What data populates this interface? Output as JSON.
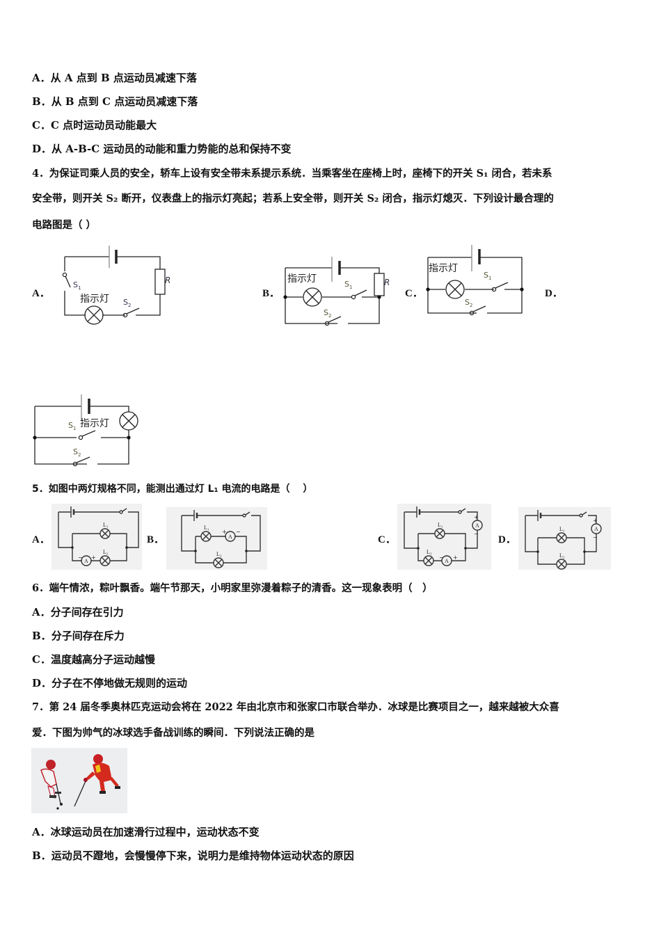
{
  "q3_options": [
    {
      "label": "A．",
      "text": "从 A 点到 B 点运动员减速下落"
    },
    {
      "label": "B．",
      "text": "从 B 点到 C 点运动员减速下落"
    },
    {
      "label": "C．",
      "text": "C 点时运动员动能最大"
    },
    {
      "label": "D．",
      "text": "从 A-B-C 运动员的动能和重力势能的总和保持不变"
    }
  ],
  "q4": {
    "line1": "4．为保证司乘人员的安全，轿车上设有安全带未系提示系统．当乘客坐在座椅上时，座椅下的开关 S₁ 闭合，若未系",
    "line2": "安全带，则开关 S₂ 断开，仪表盘上的指示灯亮起；若系上安全带，则开关 S₂ 闭合，指示灯熄灭．下列设计最合理的",
    "line3": "电路图是（ ）",
    "option_labels": [
      "A．",
      "B．",
      "C．",
      "D．"
    ],
    "lamp_label": "指示灯",
    "s1": "S",
    "s2": "S",
    "sub1": "1",
    "sub2": "2",
    "resistor": "R"
  },
  "q5": {
    "stem": "5．如图中两灯规格不同，能测出通过灯 L₁ 电流的电路是（　 ）",
    "option_labels": [
      "A．",
      "B．",
      "C．",
      "D．"
    ],
    "ammeter": "A",
    "l1": "L₁",
    "l2": "L₂",
    "plus": "+",
    "minus": "−"
  },
  "q6": {
    "stem": "6．端午情浓，粽叶飘香。端午节那天，小明家里弥漫着粽子的清香。这一现象表明（　）",
    "options": [
      {
        "label": "A．",
        "text": "分子间存在引力"
      },
      {
        "label": "B．",
        "text": "分子间存在斥力"
      },
      {
        "label": "C．",
        "text": "温度越高分子运动越慢"
      },
      {
        "label": "D．",
        "text": "分子在不停地做无规则的运动"
      }
    ]
  },
  "q7": {
    "line1": "7．第 24 届冬季奥林匹克运动会将在 2022 年由北京市和张家口市联合举办．冰球是比赛项目之一，越来越被大众喜",
    "line2": "爱．下图为帅气的冰球选手备战训练的瞬间．下列说法正确的是",
    "options": [
      {
        "label": "A．",
        "text": "冰球运动员在加速滑行过程中，运动状态不变"
      },
      {
        "label": "B．",
        "text": "运动员不蹬地，会慢慢停下来，说明力是维持物体运动状态的原因"
      }
    ]
  }
}
